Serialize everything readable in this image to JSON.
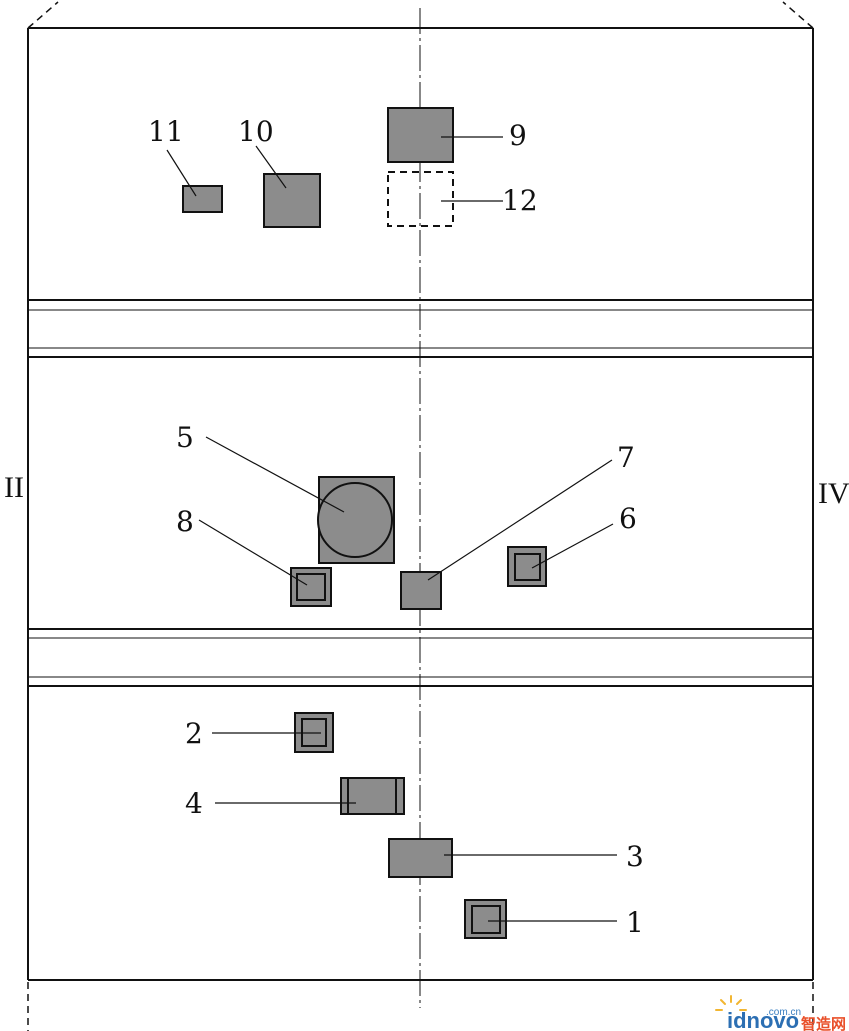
{
  "diagram": {
    "side_labels": {
      "left": "II",
      "right": "IV"
    },
    "callouts": {
      "c1": "1",
      "c2": "2",
      "c3": "3",
      "c4": "4",
      "c5": "5",
      "c6": "6",
      "c7": "7",
      "c8": "8",
      "c9": "9",
      "c10": "10",
      "c11": "11",
      "c12": "12"
    },
    "colors": {
      "component_fill": "#8c8c8c",
      "stroke": "#111111",
      "background": "#ffffff"
    }
  },
  "watermark": {
    "domain": ".com.cn",
    "brand": "idnovo",
    "chinese": "智造网",
    "sun_color": "#f2b632"
  }
}
